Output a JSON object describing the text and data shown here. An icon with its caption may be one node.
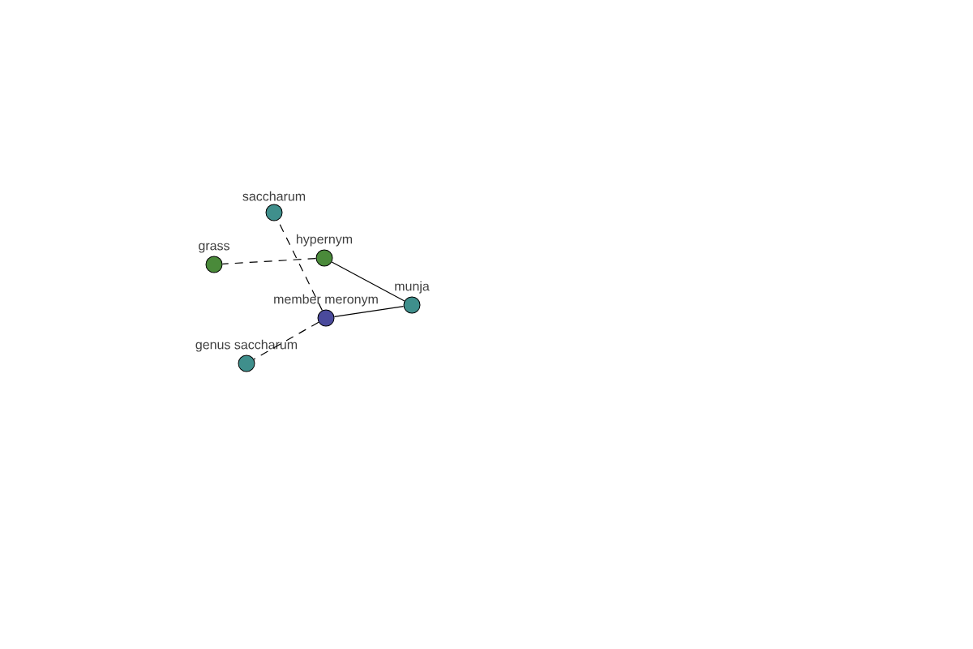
{
  "diagram": {
    "nodes": [
      {
        "text": [
          "munja"
        ]
      },
      {
        "text": [
          "hypernym"
        ]
      },
      {
        "text": [
          "member meronym"
        ]
      },
      {
        "text": [
          "saccharum"
        ]
      },
      {
        "text": [
          "grass"
        ]
      },
      {
        "text": [
          "genus saccharum"
        ]
      }
    ],
    "edges": [
      {
        "from": 0,
        "to": 1,
        "arrow": "none"
      },
      {
        "from": 0,
        "to": 2,
        "arrow": "none"
      },
      {
        "from": 1,
        "to": 4,
        "arrow": "none",
        "style": "dashed"
      },
      {
        "from": 2,
        "to": 3,
        "arrow": "none",
        "style": "dashed"
      },
      {
        "from": 2,
        "to": 5,
        "arrow": "none",
        "style": "dashed"
      }
    ]
  }
}
